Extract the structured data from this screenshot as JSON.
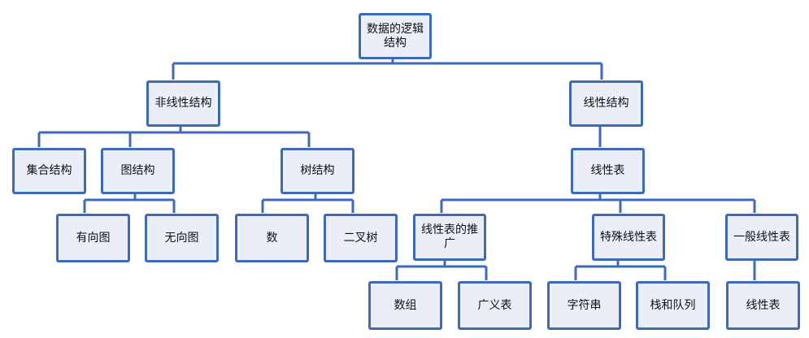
{
  "diagram": {
    "root": "数据的逻辑结构",
    "nonlinear": {
      "label": "非线性结构",
      "set": "集合结构",
      "graph": "图结构",
      "directed": "有向图",
      "undirected": "无向图",
      "tree": "树结构",
      "tree_child": "数",
      "binary": "二叉树"
    },
    "linear": {
      "label": "线性结构",
      "list": "线性表",
      "generalized": "线性表的推广",
      "array": "数组",
      "glist": "广义表",
      "special": "特殊线性表",
      "string": "字符串",
      "stackqueue": "栈和队列",
      "general": "一般线性表",
      "general_list": "线性表"
    }
  },
  "colors": {
    "box_fill": "#e9eef8",
    "box_border": "#3f6ab8",
    "shadow": "#4472c4",
    "connector": "#3f6ab8"
  }
}
